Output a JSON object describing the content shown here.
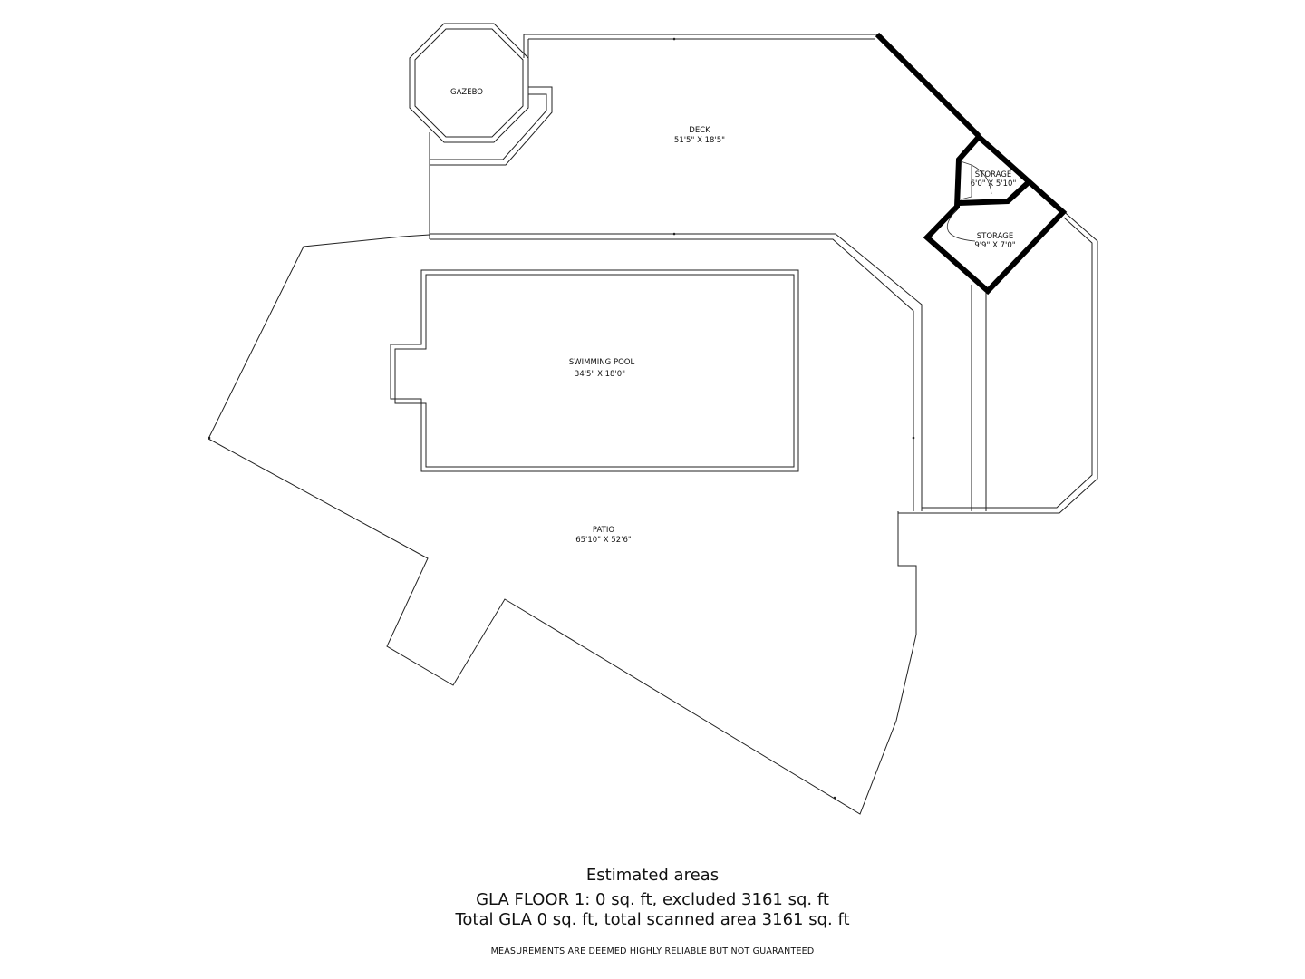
{
  "rooms": {
    "gazebo": {
      "name": "GAZEBO"
    },
    "deck": {
      "name": "DECK",
      "dims": "51'5\" X 18'5\""
    },
    "storage_upper": {
      "name": "STORAGE",
      "dims": "6'0\" X 5'10\""
    },
    "storage_lower": {
      "name": "STORAGE",
      "dims": "9'9\" X 7'0\""
    },
    "pool": {
      "name": "SWIMMING POOL",
      "dims": "34'5\" X 18'0\""
    },
    "patio": {
      "name": "PATIO",
      "dims": "65'10\" X 52'6\""
    }
  },
  "footer": {
    "title": "Estimated areas",
    "line1": "GLA FLOOR 1: 0 sq. ft, excluded 3161 sq. ft",
    "line2": "Total GLA 0 sq. ft, total scanned area 3161 sq. ft",
    "disclaimer": "MEASUREMENTS ARE DEEMED HIGHLY RELIABLE BUT NOT GUARANTEED"
  }
}
